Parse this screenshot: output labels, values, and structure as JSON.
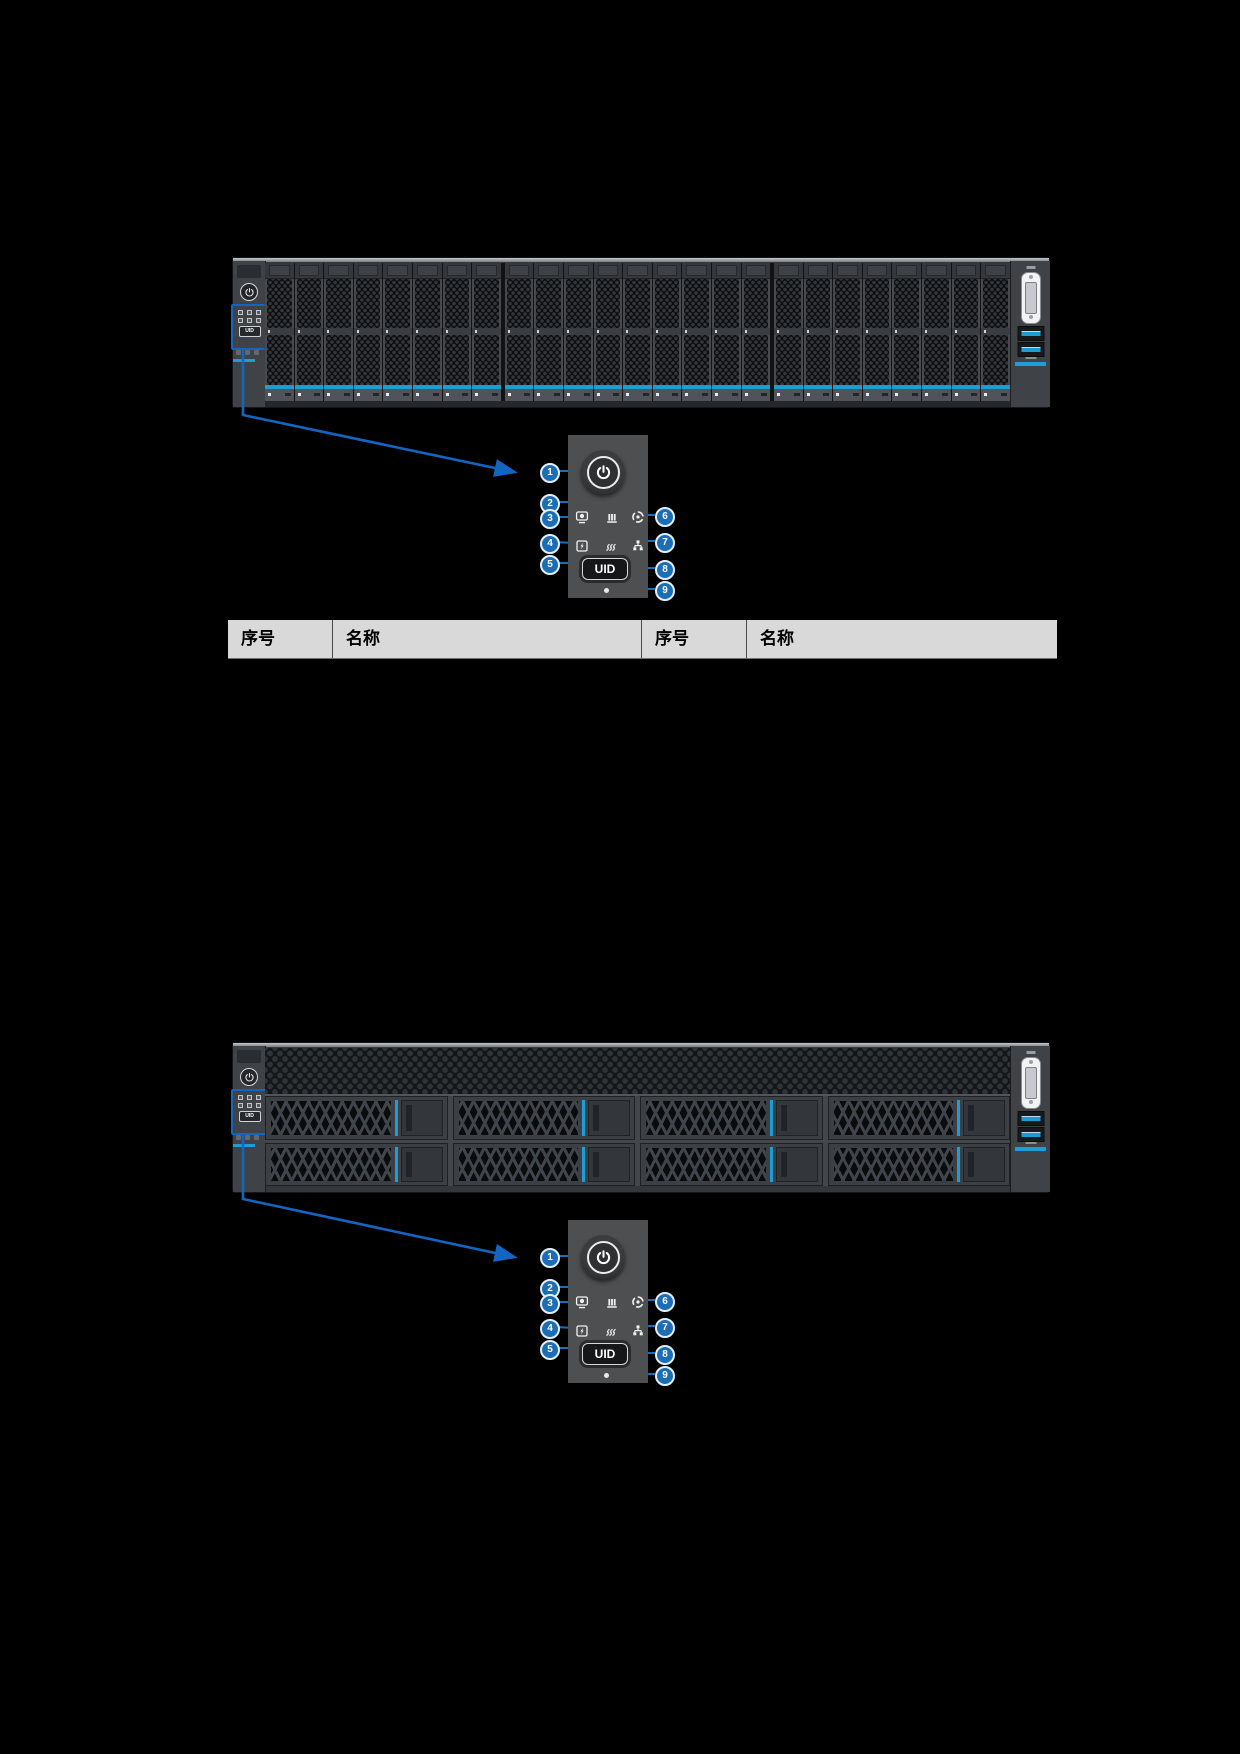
{
  "page": {
    "background": "#000000"
  },
  "colors": {
    "callout_blue": "#1b6eb5",
    "arrow_blue": "#1464c2",
    "led_blue": "#1e9cd8",
    "chassis_gray": "#3f4347",
    "panel_gray": "#4d4f50",
    "table_header_bg": "#d9d9d9"
  },
  "servers": [
    {
      "form_factor": "25 x 2.5-inch drive bays front view",
      "bays": 25
    },
    {
      "form_factor": "8 x 3.5-inch drive bays front view",
      "bays": 8
    }
  ],
  "control_panel": {
    "uid_label": "UID",
    "callouts": [
      "1",
      "2",
      "3",
      "4",
      "5",
      "6",
      "7",
      "8",
      "9"
    ]
  },
  "table": {
    "headers": [
      {
        "label": "序号"
      },
      {
        "label": "名称"
      },
      {
        "label": "序号"
      },
      {
        "label": "名称"
      }
    ]
  }
}
